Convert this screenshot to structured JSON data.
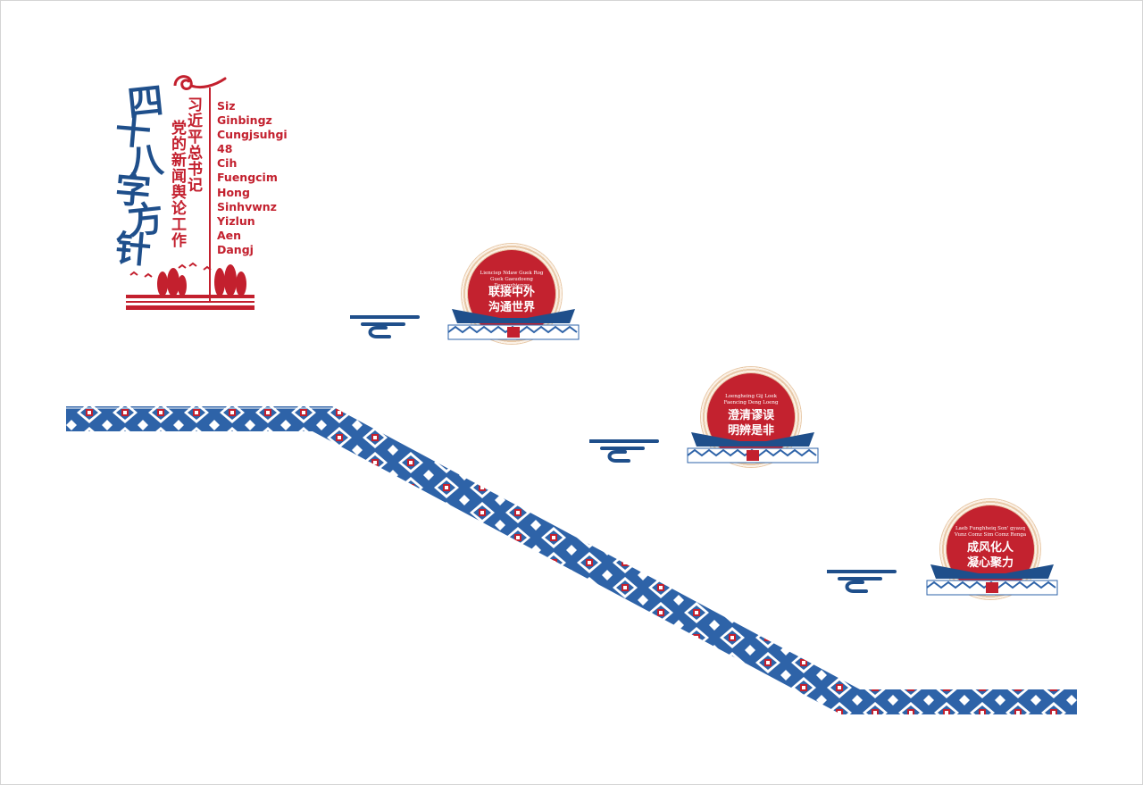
{
  "title": {
    "big_chars": [
      "四",
      "十",
      "八",
      "字",
      "方",
      "针"
    ],
    "vertical_line_1": "习近平总书记",
    "vertical_line_2": "党的新闻舆论工作",
    "roman_lines": [
      "Siz",
      "Ginbingz",
      "Cungjsuhgi",
      "48",
      "Cih",
      "Fuengcim",
      "Hong",
      "Sinhvwnz",
      "Yizlun",
      "Aen",
      "Dangj"
    ]
  },
  "medallions": [
    {
      "small": "Lienciep Ndaw Guek Rog Guek Gaeudoeng Daengxbiengz",
      "line1": "联接中外",
      "line2": "沟通世界"
    },
    {
      "small": "Loengheing Gij Loek Faencing Deng Loeng",
      "line1": "澄清谬误",
      "line2": "明辨是非"
    },
    {
      "small": "Laeb Funghheiq Son' gyauq Vunz Comz Sim Comz Renga",
      "line1": "成风化人",
      "line2": "凝心聚力"
    }
  ],
  "colors": {
    "red": "#c3202e",
    "blue": "#1f4f8b",
    "band_blue": "#2e63a8",
    "band_red": "#c3202e",
    "tan": "#e8c9a8"
  }
}
